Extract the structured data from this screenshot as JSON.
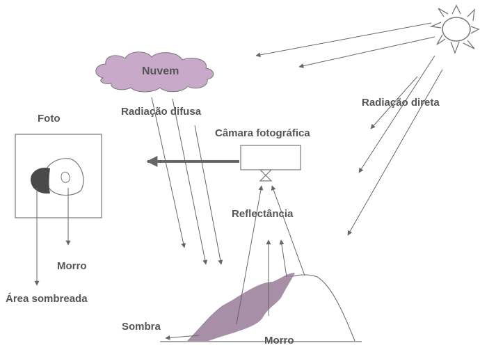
{
  "labels": {
    "cloud": "Nuvem",
    "diffuse_radiation": "Radiação difusa",
    "direct_radiation": "Radiação direta",
    "photo": "Foto",
    "camera": "Câmara fotográfica",
    "reflectance": "Reflectância",
    "hill_photo": "Morro",
    "shaded_area": "Área sombreada",
    "shadow": "Sombra",
    "hill": "Morro"
  },
  "colors": {
    "cloud_fill": "#c9a9c9",
    "shadow_fill": "#a88fa8",
    "text": "#555555",
    "line": "#666666",
    "photo_shadow": "#4a4a4a"
  }
}
